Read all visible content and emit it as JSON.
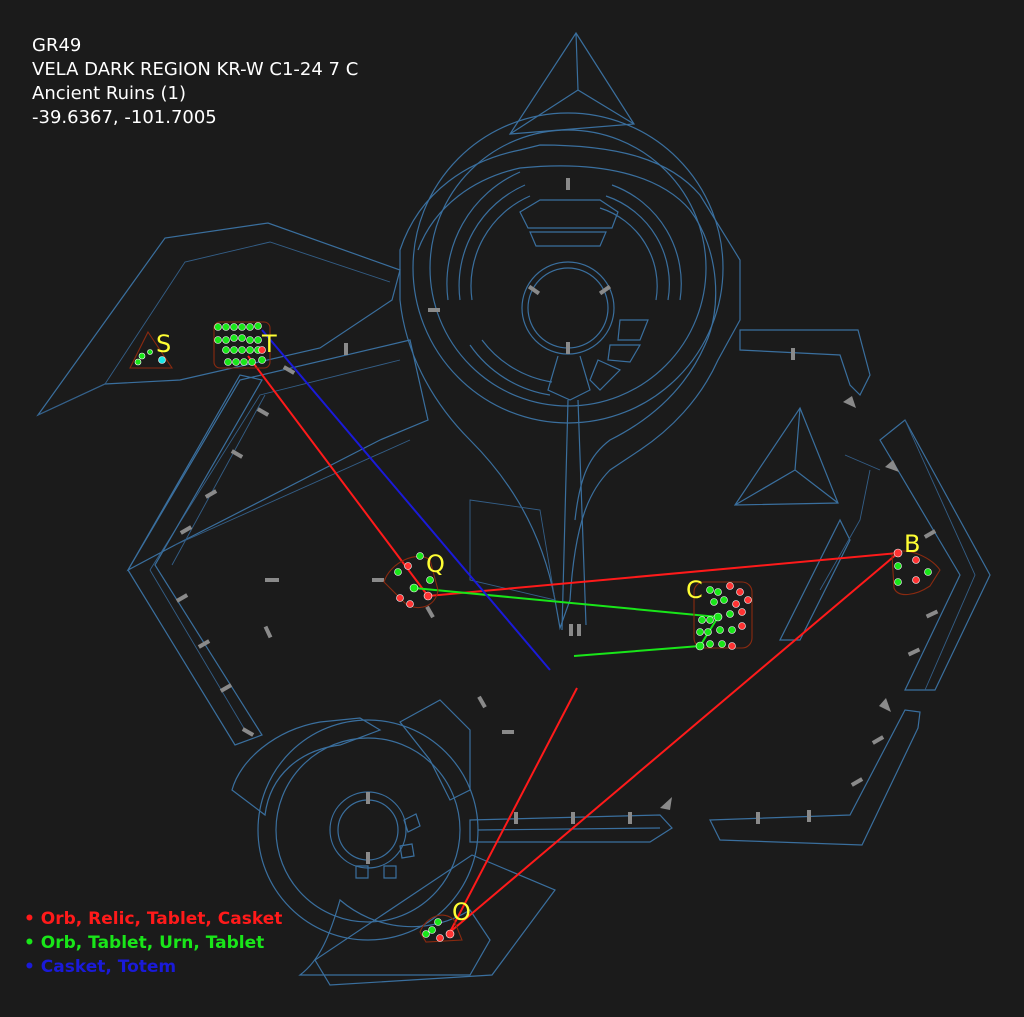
{
  "header": {
    "code": "GR49",
    "region": "VELA DARK REGION KR-W C1-24 7 C",
    "site_type": "Ancient Ruins (1)",
    "coordinates": "-39.6367, -101.7005"
  },
  "legend": [
    {
      "text": "• Orb, Relic, Tablet, Casket",
      "color": "#ff1a1a"
    },
    {
      "text": "• Orb, Tablet, Urn, Tablet",
      "color": "#19e619"
    },
    {
      "text": "• Casket, Totem",
      "color": "#1a1ad9"
    }
  ],
  "sites": [
    {
      "label": "S"
    },
    {
      "label": "T"
    },
    {
      "label": "Q"
    },
    {
      "label": "C"
    },
    {
      "label": "B"
    },
    {
      "label": "O"
    }
  ],
  "colors": {
    "background": "#1b1b1b",
    "walls": "#3a6f9e",
    "labels": "#ffff33",
    "route_red": "#ff1a1a",
    "route_green": "#19e619",
    "route_blue": "#1a1ad9",
    "markers": "#8a8a8a"
  }
}
